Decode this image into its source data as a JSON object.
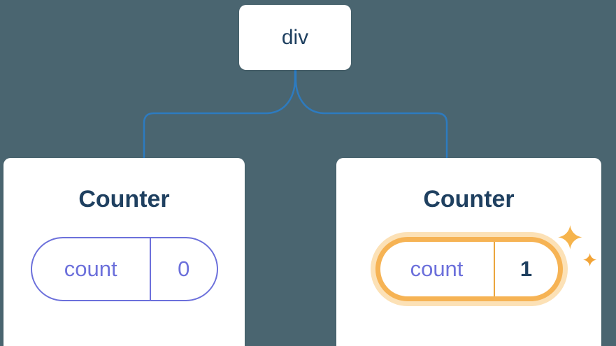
{
  "tree": {
    "root_label": "div",
    "children": [
      {
        "title": "Counter",
        "pill": {
          "label": "count",
          "value": "0"
        },
        "highlighted": false
      },
      {
        "title": "Counter",
        "pill": {
          "label": "count",
          "value": "1"
        },
        "highlighted": true
      }
    ]
  },
  "icons": {
    "sparkle": "✦"
  },
  "colors": {
    "background": "#4A6570",
    "card_background": "#FFFFFF",
    "heading_text": "#1F4060",
    "connector_line": "#2D7BC0",
    "pill_border": "#6C70DB",
    "pill_text": "#6C70DB",
    "highlight_border": "#F6B354",
    "highlight_glow": "rgba(250,201,122,0.55)",
    "sparkle": "#F5A93E",
    "highlight_value_text": "#1F4060"
  }
}
